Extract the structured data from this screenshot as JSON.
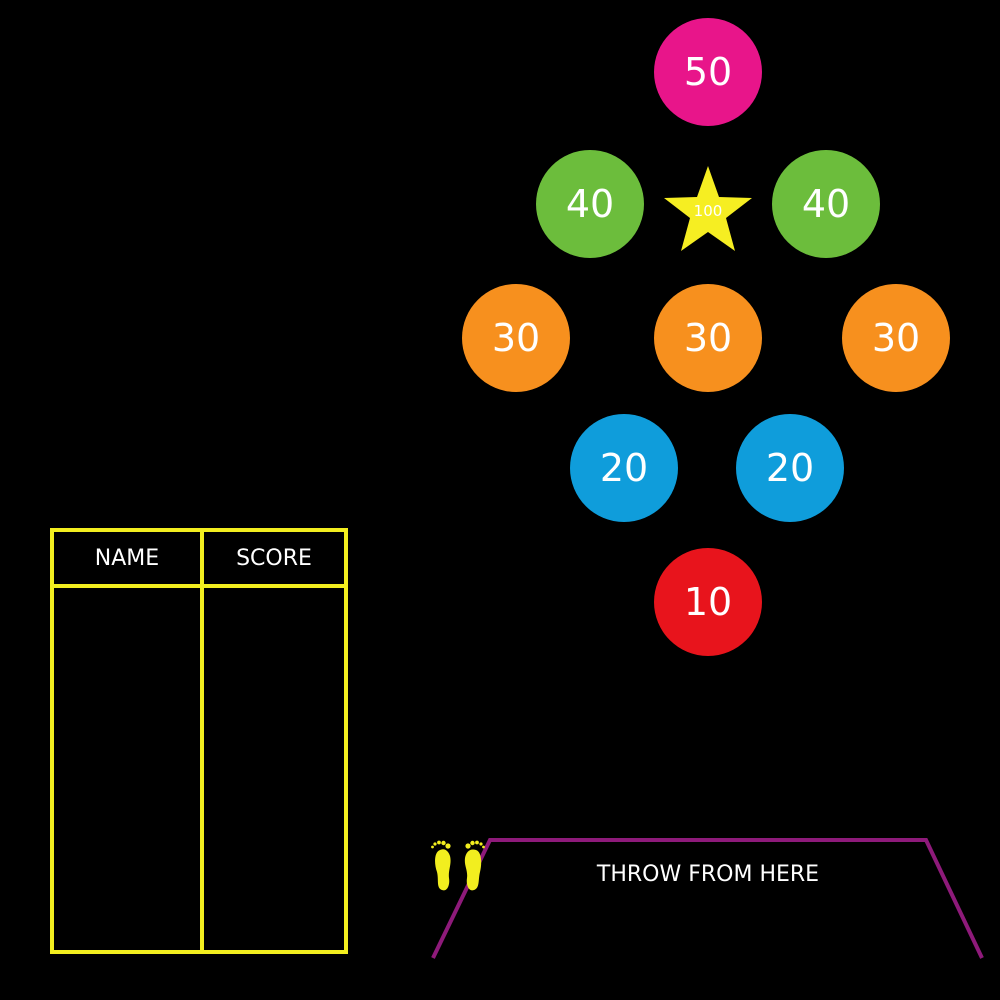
{
  "targets": [
    {
      "id": "target-50",
      "label": "50",
      "color": "#e8158a"
    },
    {
      "id": "target-40-left",
      "label": "40",
      "color": "#6cbd3c"
    },
    {
      "id": "target-40-right",
      "label": "40",
      "color": "#6cbd3c"
    },
    {
      "id": "target-30-left",
      "label": "30",
      "color": "#f7901e"
    },
    {
      "id": "target-30-center",
      "label": "30",
      "color": "#f7901e"
    },
    {
      "id": "target-30-right",
      "label": "30",
      "color": "#f7901e"
    },
    {
      "id": "target-20-left",
      "label": "20",
      "color": "#0f9ddb"
    },
    {
      "id": "target-20-right",
      "label": "20",
      "color": "#0f9ddb"
    },
    {
      "id": "target-10",
      "label": "10",
      "color": "#e8141c"
    }
  ],
  "star": {
    "label": "100",
    "color": "#f6ee22",
    "icon": "star-icon"
  },
  "scoreboard": {
    "name_header": "NAME",
    "score_header": "SCORE",
    "border_color": "#f2ee1f"
  },
  "throw_zone": {
    "label": "THROW FROM HERE",
    "border_color": "#8e1a7a",
    "icon": "footprints-icon",
    "icon_color": "#f2ee1f"
  }
}
